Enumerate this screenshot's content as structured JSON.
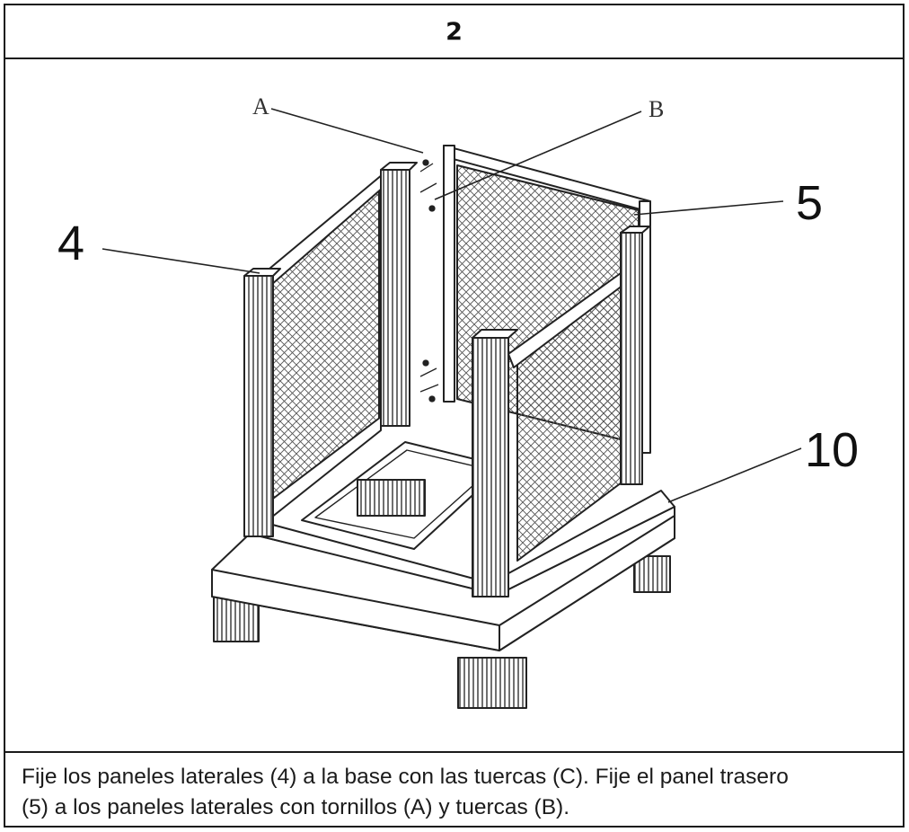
{
  "step": {
    "number": "2"
  },
  "callouts": {
    "a": "A",
    "b": "B",
    "panel_side": "4",
    "panel_back": "5",
    "base": "10"
  },
  "instructions": {
    "line1": "Fije los paneles laterales (4) a la base con las tuercas (C).  Fije el panel trasero",
    "line2": "(5) a los paneles laterales con tornillos (A) y tuercas (B)."
  },
  "colors": {
    "line": "#222222",
    "mesh": "#555555",
    "background": "#ffffff"
  }
}
